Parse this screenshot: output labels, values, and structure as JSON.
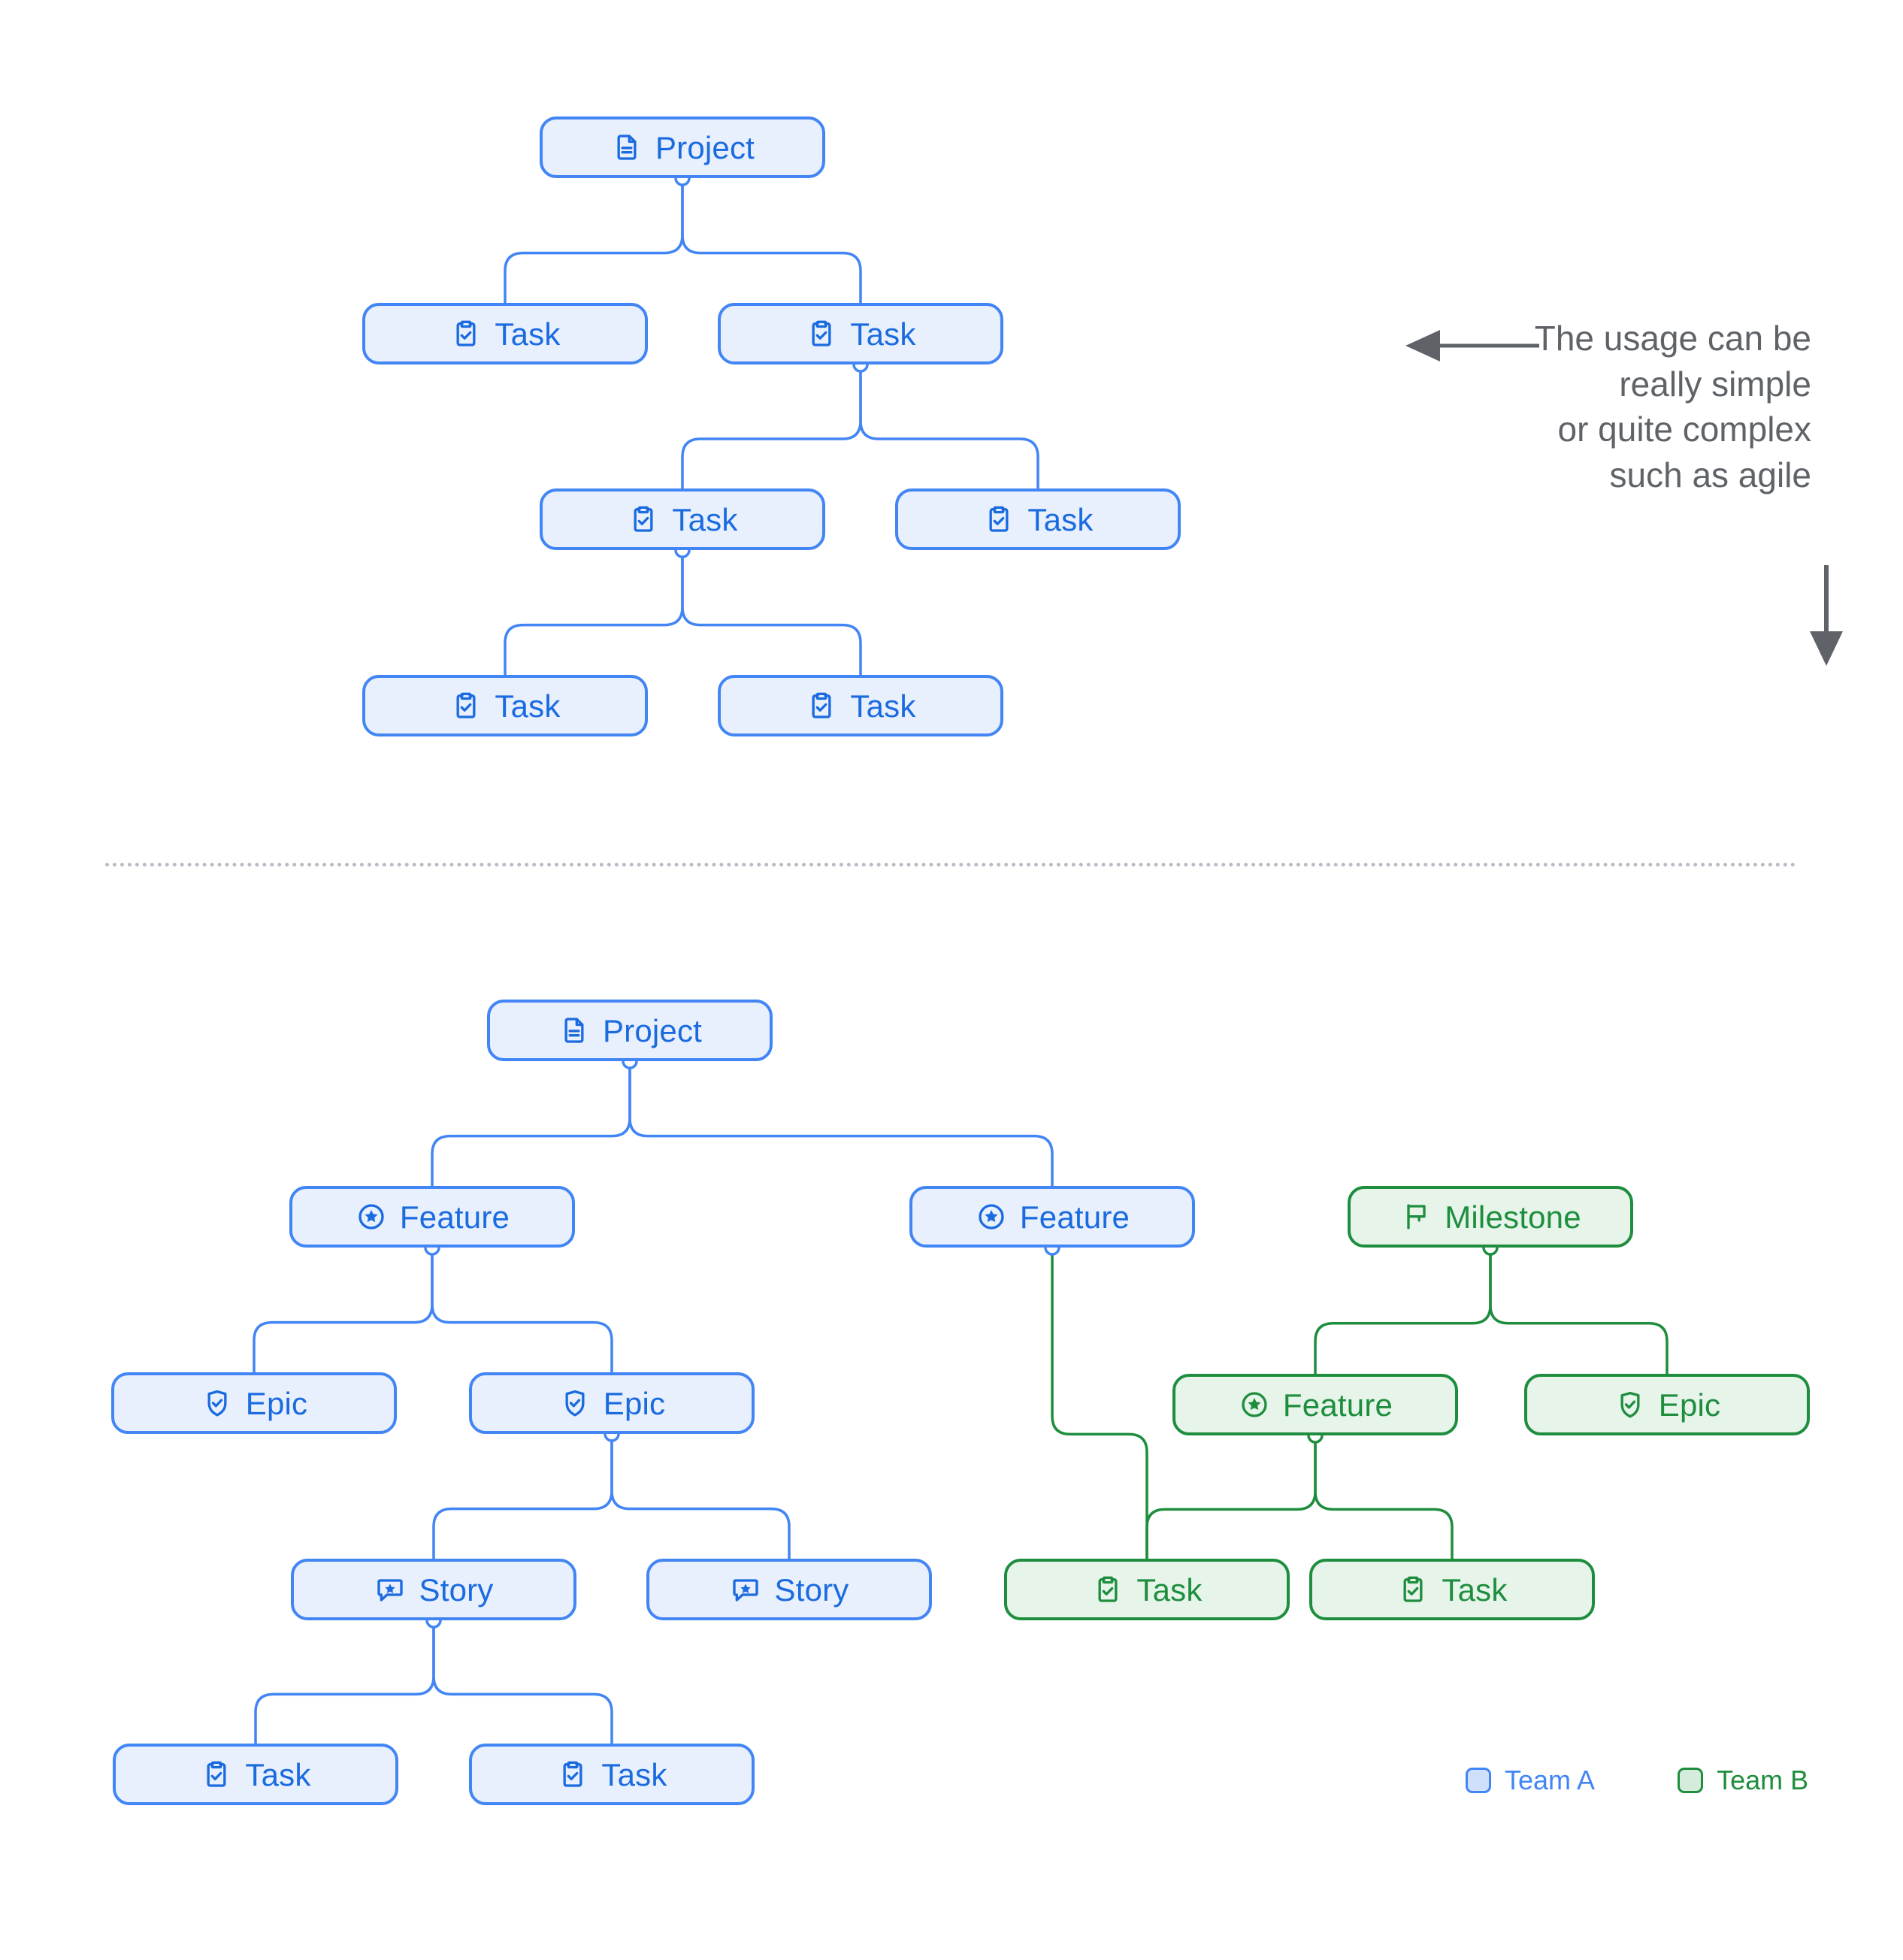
{
  "colors": {
    "team_a_border": "#4285F4",
    "team_a_fill": "#E8EFFD",
    "team_a_text": "#1A6BE0",
    "team_b_border": "#1E8E3E",
    "team_b_fill": "#E6F4EA",
    "team_b_text": "#1E8E3E",
    "note_text": "#5F6368",
    "divider": "#B8BCC4",
    "background": "#FFFFFF"
  },
  "annotation": {
    "lines": [
      "The usage can be",
      "really simple",
      "or quite complex",
      "such as agile"
    ],
    "left_arrow_icon": "arrow-left-icon",
    "down_arrow_icon": "arrow-down-icon"
  },
  "legend": {
    "items": [
      {
        "label": "Team A",
        "team": "a"
      },
      {
        "label": "Team B",
        "team": "b"
      }
    ]
  },
  "diagram_simple": {
    "nodes": [
      {
        "id": "s0",
        "label": "Project",
        "icon": "document-icon",
        "team": "a"
      },
      {
        "id": "s1",
        "label": "Task",
        "icon": "clipboard-check-icon",
        "team": "a"
      },
      {
        "id": "s2",
        "label": "Task",
        "icon": "clipboard-check-icon",
        "team": "a"
      },
      {
        "id": "s3",
        "label": "Task",
        "icon": "clipboard-check-icon",
        "team": "a"
      },
      {
        "id": "s4",
        "label": "Task",
        "icon": "clipboard-check-icon",
        "team": "a"
      },
      {
        "id": "s5",
        "label": "Task",
        "icon": "clipboard-check-icon",
        "team": "a"
      },
      {
        "id": "s6",
        "label": "Task",
        "icon": "clipboard-check-icon",
        "team": "a"
      }
    ],
    "edges": [
      {
        "from": "s0",
        "to": "s1"
      },
      {
        "from": "s0",
        "to": "s2"
      },
      {
        "from": "s2",
        "to": "s3"
      },
      {
        "from": "s2",
        "to": "s4"
      },
      {
        "from": "s3",
        "to": "s5"
      },
      {
        "from": "s3",
        "to": "s6"
      }
    ]
  },
  "diagram_complex": {
    "nodes": [
      {
        "id": "c0",
        "label": "Project",
        "icon": "document-icon",
        "team": "a"
      },
      {
        "id": "c1",
        "label": "Feature",
        "icon": "star-circle-icon",
        "team": "a"
      },
      {
        "id": "c2",
        "label": "Feature",
        "icon": "star-circle-icon",
        "team": "a"
      },
      {
        "id": "c3",
        "label": "Milestone",
        "icon": "flag-icon",
        "team": "b"
      },
      {
        "id": "c4",
        "label": "Epic",
        "icon": "shield-check-icon",
        "team": "a"
      },
      {
        "id": "c5",
        "label": "Epic",
        "icon": "shield-check-icon",
        "team": "a"
      },
      {
        "id": "c6",
        "label": "Feature",
        "icon": "star-circle-icon",
        "team": "b"
      },
      {
        "id": "c7",
        "label": "Epic",
        "icon": "shield-check-icon",
        "team": "b"
      },
      {
        "id": "c8",
        "label": "Story",
        "icon": "comment-star-icon",
        "team": "a"
      },
      {
        "id": "c9",
        "label": "Story",
        "icon": "comment-star-icon",
        "team": "a"
      },
      {
        "id": "c10",
        "label": "Task",
        "icon": "clipboard-check-icon",
        "team": "b"
      },
      {
        "id": "c11",
        "label": "Task",
        "icon": "clipboard-check-icon",
        "team": "b"
      },
      {
        "id": "c12",
        "label": "Task",
        "icon": "clipboard-check-icon",
        "team": "a"
      },
      {
        "id": "c13",
        "label": "Task",
        "icon": "clipboard-check-icon",
        "team": "a"
      }
    ],
    "edges": [
      {
        "from": "c0",
        "to": "c1"
      },
      {
        "from": "c0",
        "to": "c2"
      },
      {
        "from": "c3",
        "to": "c6"
      },
      {
        "from": "c3",
        "to": "c7"
      },
      {
        "from": "c1",
        "to": "c4"
      },
      {
        "from": "c1",
        "to": "c5"
      },
      {
        "from": "c5",
        "to": "c8"
      },
      {
        "from": "c5",
        "to": "c9"
      },
      {
        "from": "c2",
        "to": "c10"
      },
      {
        "from": "c6",
        "to": "c10"
      },
      {
        "from": "c6",
        "to": "c11"
      },
      {
        "from": "c8",
        "to": "c12"
      },
      {
        "from": "c8",
        "to": "c13"
      }
    ]
  }
}
